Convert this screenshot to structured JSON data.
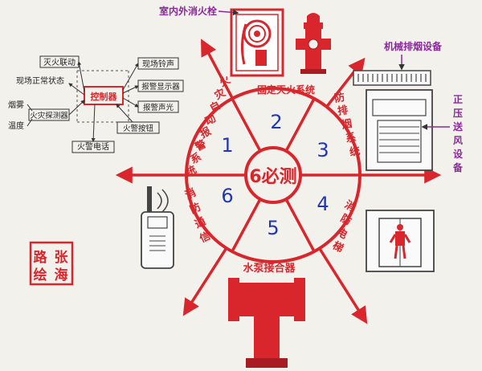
{
  "center": {
    "label": "6必测"
  },
  "numbers": [
    "1",
    "2",
    "3",
    "4",
    "5",
    "6"
  ],
  "systems": {
    "auto_alarm": [
      "火",
      "灾",
      "自",
      "动",
      "报",
      "警",
      "系",
      "统"
    ],
    "fixed_fire": "固定灭火系统",
    "smoke_control": [
      "防",
      "排",
      "烟",
      "系",
      "统"
    ],
    "elevator": [
      "消",
      "防",
      "电",
      "梯"
    ],
    "pump_adapter": "水泵接合器",
    "communication": [
      "消",
      "防",
      "通",
      "信"
    ]
  },
  "callouts": {
    "hydrant": "室内外消火栓",
    "exhaust": "机械排烟设备",
    "pressure": [
      "正",
      "压",
      "送",
      "风",
      "设",
      "备"
    ]
  },
  "alarm_diagram": {
    "controller": "控制器",
    "fire_linkage": "灭火联动",
    "normal_state": "现场正常状态",
    "smoke": "烟雾",
    "temperature": "温度",
    "detector": "火灾探测器",
    "phone": "火警电话",
    "bell": "现场铃声",
    "display": "报警显示器",
    "sound_light": "报警声光",
    "button": "火警按钮"
  },
  "signature": [
    "路",
    "张",
    "绘",
    "海"
  ],
  "colors": {
    "red": "#d8262c",
    "blue": "#2035b8",
    "purple": "#8a2a9a",
    "paper": "#f3f1ec"
  }
}
